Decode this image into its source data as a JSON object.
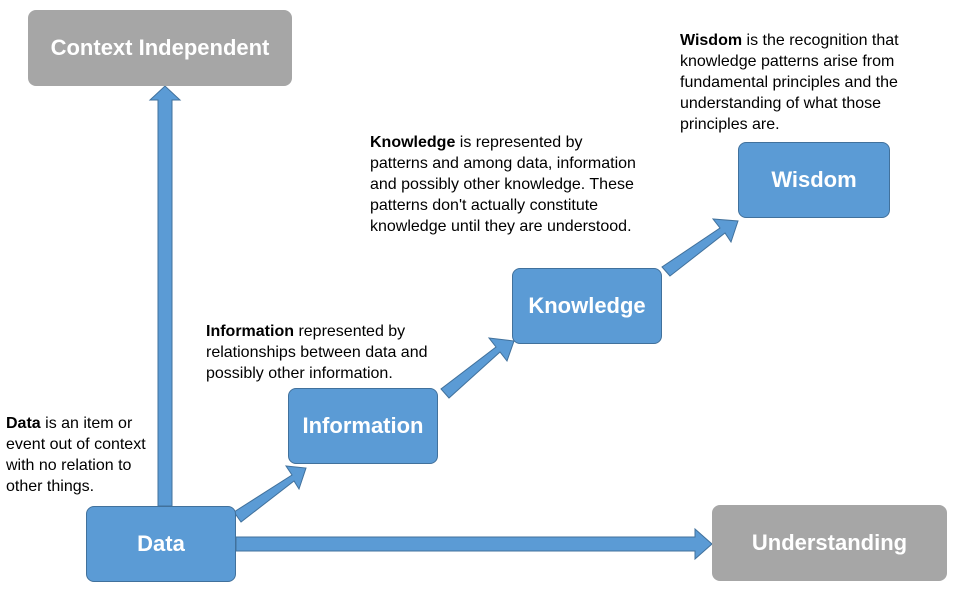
{
  "boxes": {
    "context_independent": "Context Independent",
    "data": "Data",
    "information": "Information",
    "knowledge": "Knowledge",
    "wisdom": "Wisdom",
    "understanding": "Understanding"
  },
  "descriptions": {
    "data": {
      "term": "Data",
      "text": " is an item or event out of context with no relation to other things."
    },
    "information": {
      "term": "Information",
      "text": " represented by relationships between data and possibly other information."
    },
    "knowledge": {
      "term": "Knowledge",
      "text": " is represented by patterns and among data, information and possibly other knowledge. These patterns don't actually constitute knowledge until they are understood."
    },
    "wisdom": {
      "term": "Wisdom",
      "text": " is the recognition that knowledge patterns arise from fundamental principles and the understanding of what those principles are."
    }
  },
  "colors": {
    "box_blue": "#5b9bd5",
    "box_border": "#41719c",
    "box_gray": "#a6a6a6",
    "arrow_fill": "#5b9bd5",
    "arrow_stroke": "#41719c"
  }
}
